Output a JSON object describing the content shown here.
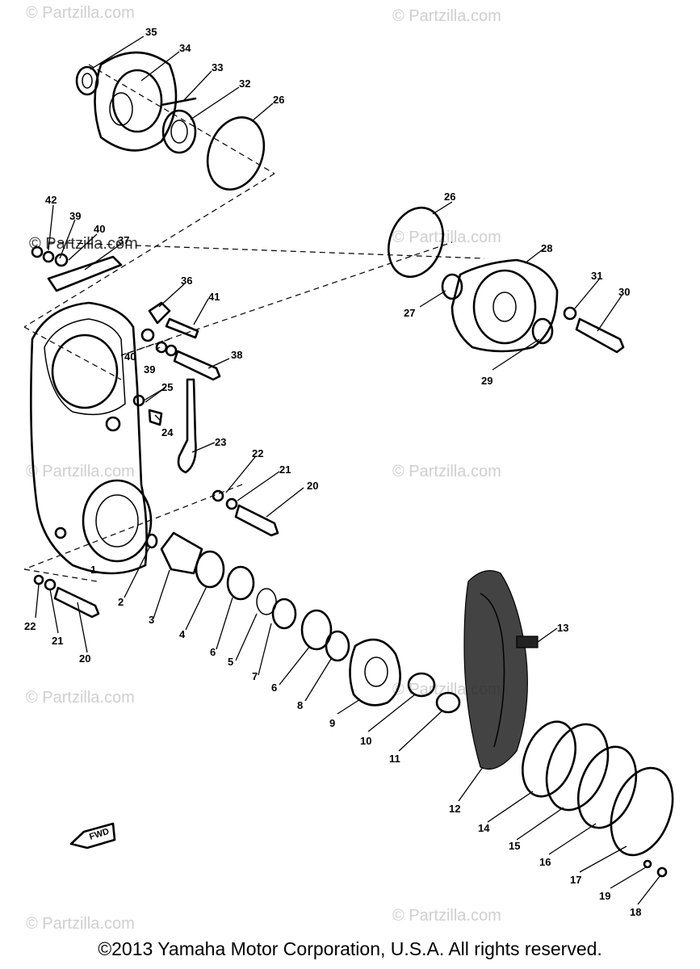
{
  "watermark_text": "© Partzilla.com",
  "callouts": [
    "1",
    "2",
    "3",
    "4",
    "5",
    "6",
    "7",
    "8",
    "9",
    "10",
    "11",
    "12",
    "13",
    "14",
    "15",
    "16",
    "17",
    "18",
    "19",
    "20",
    "21",
    "22",
    "23",
    "24",
    "25",
    "26",
    "27",
    "28",
    "29",
    "30",
    "31",
    "32",
    "33",
    "34",
    "35",
    "36",
    "37",
    "38",
    "39",
    "40",
    "41",
    "42"
  ],
  "fwd_label": "FWD",
  "copyright": "©2013  Yamaha Motor Corporation, U.S.A. All rights reserved.",
  "colors": {
    "line": "#000000",
    "watermark": "#cfcfcf",
    "background": "#ffffff"
  }
}
